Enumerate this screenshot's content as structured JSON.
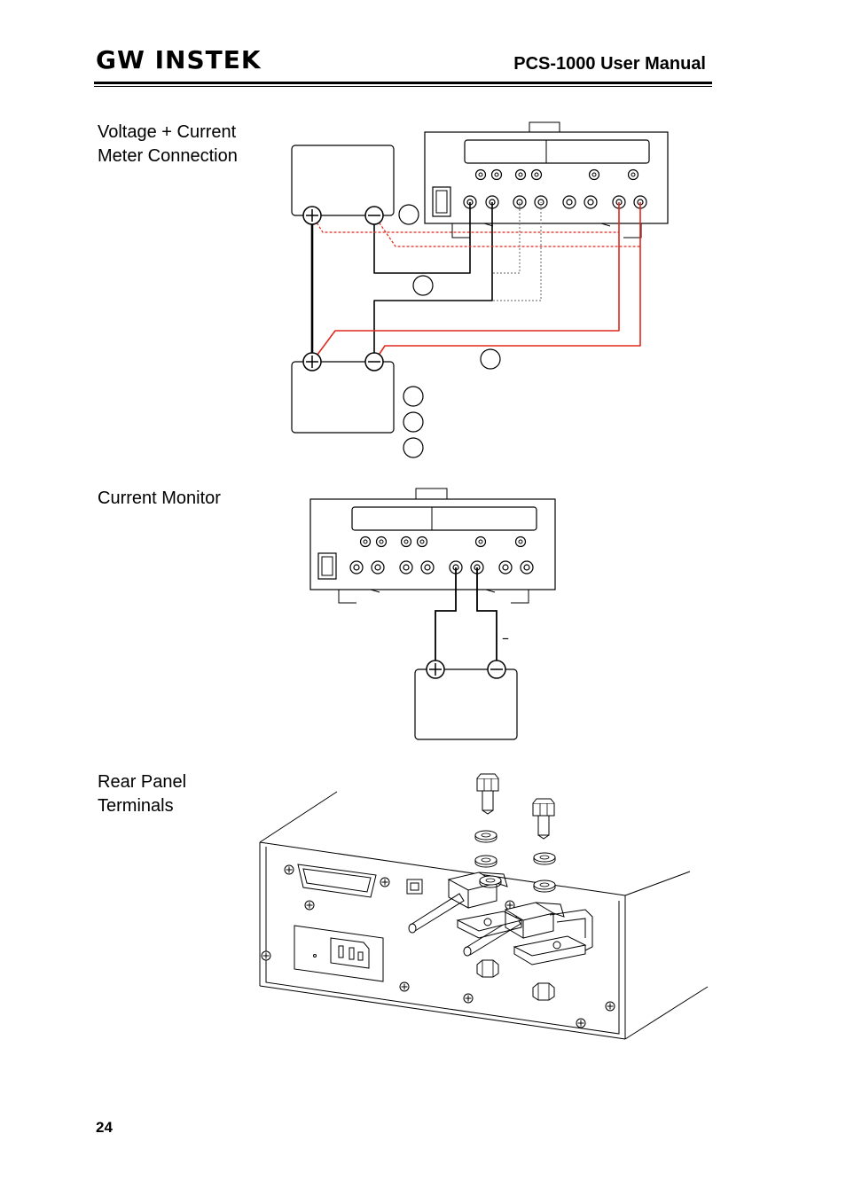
{
  "header": {
    "logo_text": "GW INSTEK",
    "manual_title": "PCS-1000 User Manual"
  },
  "sections": [
    {
      "label": "Voltage + Current\nMeter Connection"
    },
    {
      "label": "Current Monitor"
    },
    {
      "label": "Rear Panel\nTerminals"
    }
  ],
  "diagram_symbols": {
    "plus": "+",
    "minus": "–"
  },
  "colors": {
    "wire_black": "#000000",
    "wire_red": "#e0281e",
    "wire_dotted_gray": "#808080"
  },
  "footer": {
    "page_number": "24"
  }
}
